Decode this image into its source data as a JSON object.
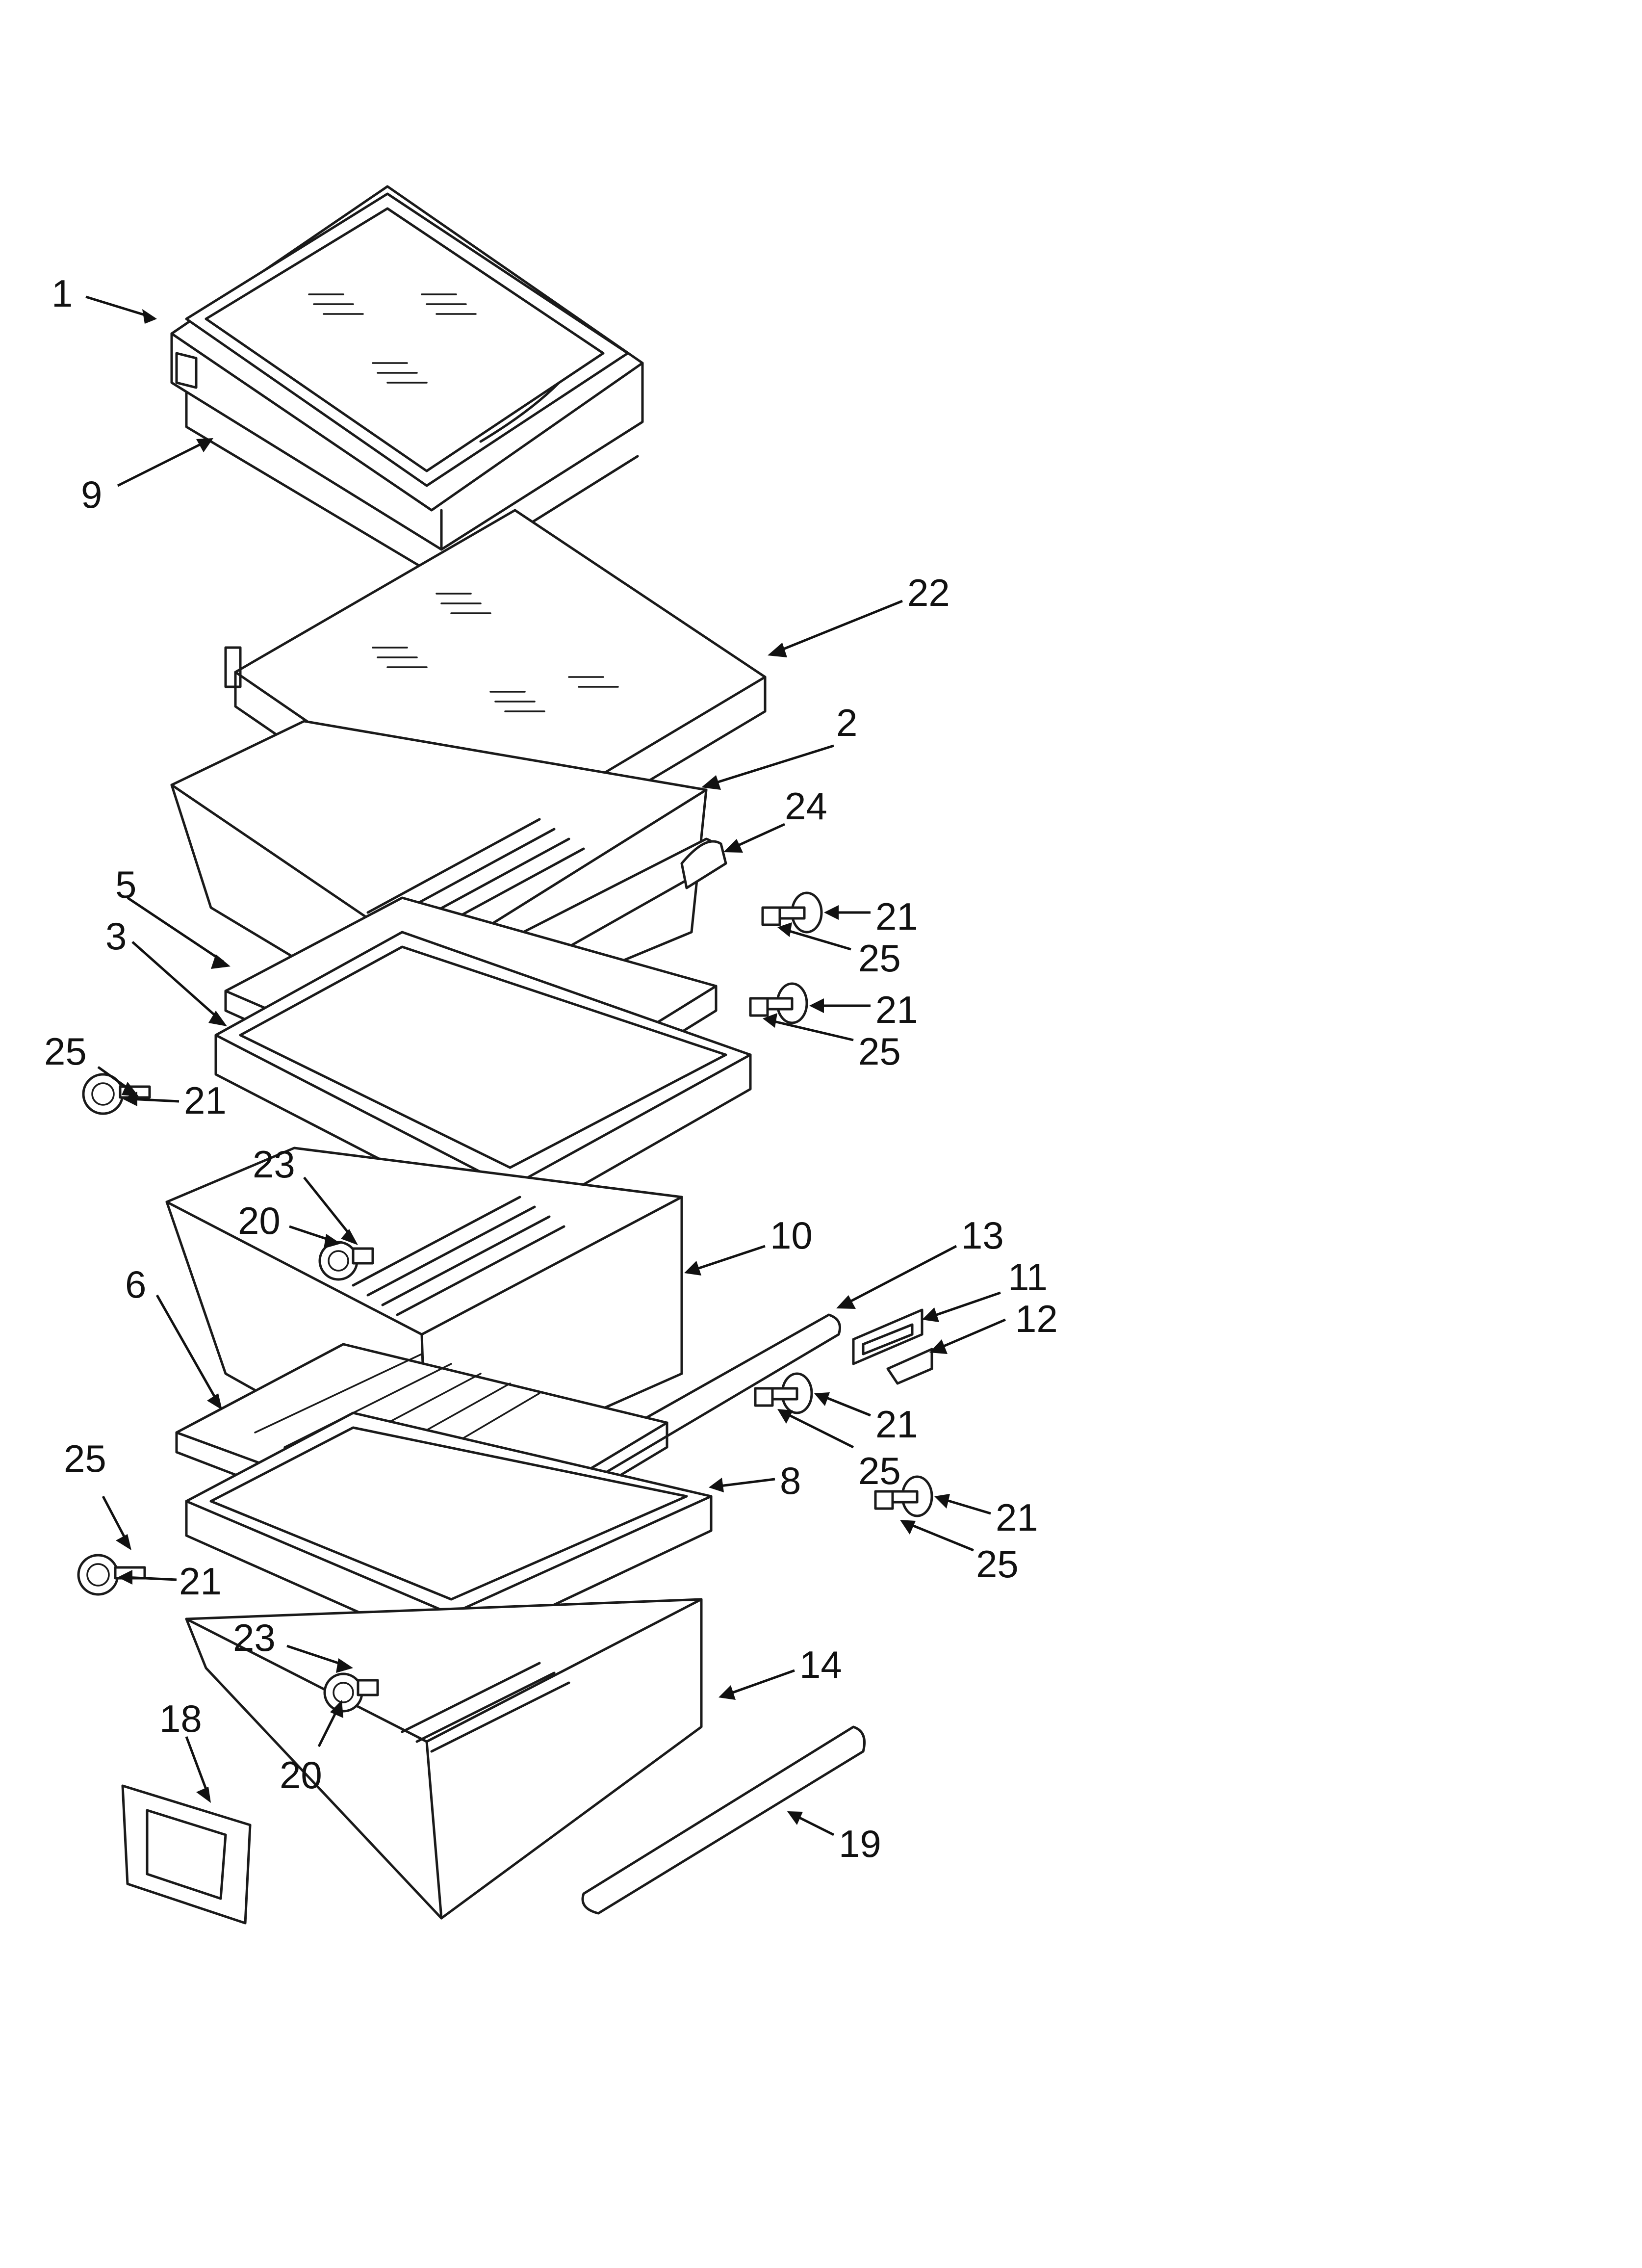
{
  "diagram": {
    "callouts": [
      {
        "id": "c1",
        "text": "1"
      },
      {
        "id": "c9",
        "text": "9"
      },
      {
        "id": "c22",
        "text": "22"
      },
      {
        "id": "c2",
        "text": "2"
      },
      {
        "id": "c24",
        "text": "24"
      },
      {
        "id": "c5",
        "text": "5"
      },
      {
        "id": "c3",
        "text": "3"
      },
      {
        "id": "c21a",
        "text": "21"
      },
      {
        "id": "c25a",
        "text": "25"
      },
      {
        "id": "c21b",
        "text": "21"
      },
      {
        "id": "c25b",
        "text": "25"
      },
      {
        "id": "c25c",
        "text": "25"
      },
      {
        "id": "c21c",
        "text": "21"
      },
      {
        "id": "c23a",
        "text": "23"
      },
      {
        "id": "c20a",
        "text": "20"
      },
      {
        "id": "c10",
        "text": "10"
      },
      {
        "id": "c13",
        "text": "13"
      },
      {
        "id": "c11",
        "text": "11"
      },
      {
        "id": "c12",
        "text": "12"
      },
      {
        "id": "c6",
        "text": "6"
      },
      {
        "id": "c21d",
        "text": "21"
      },
      {
        "id": "c25d",
        "text": "25"
      },
      {
        "id": "c8",
        "text": "8"
      },
      {
        "id": "c21e",
        "text": "21"
      },
      {
        "id": "c25e",
        "text": "25"
      },
      {
        "id": "c25f",
        "text": "25"
      },
      {
        "id": "c21f",
        "text": "21"
      },
      {
        "id": "c23b",
        "text": "23"
      },
      {
        "id": "c14",
        "text": "14"
      },
      {
        "id": "c18",
        "text": "18"
      },
      {
        "id": "c20b",
        "text": "20"
      },
      {
        "id": "c19",
        "text": "19"
      }
    ]
  }
}
